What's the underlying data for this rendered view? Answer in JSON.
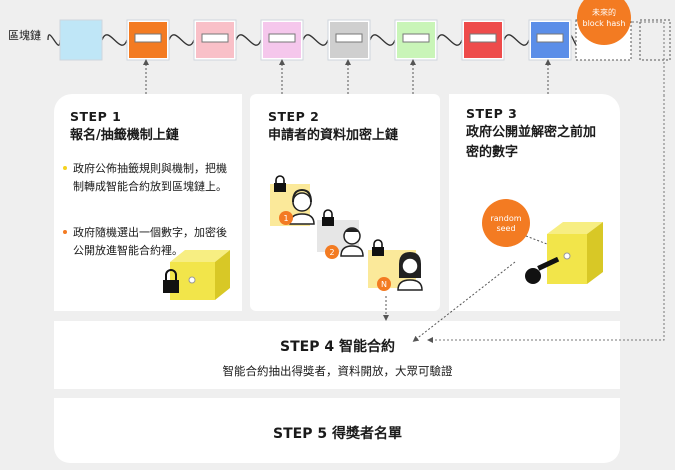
{
  "chain": {
    "label": "區塊鏈",
    "block_colors": [
      "#bfe6f7",
      "#f37b22",
      "#f9c0c8",
      "#f5c7ec",
      "#cfcfcf",
      "#c9f5b8",
      "#ee4b4b",
      "#5b8ee8"
    ],
    "future_block": "未來的block hash"
  },
  "step1": {
    "title": "STEP 1",
    "subtitle": "報名/抽籤機制上鏈",
    "bullets": [
      "政府公佈抽籤規則與機制，把機制轉成智能合約放到區塊鏈上。",
      "政府隨機選出一個數字，加密後公開放進智能合約裡。"
    ]
  },
  "step2": {
    "title": "STEP 2",
    "subtitle": "申請者的資料加密上鏈",
    "badges": [
      "1",
      "2",
      "N"
    ]
  },
  "step3": {
    "title": "STEP 3",
    "subtitle": "政府公開並解密之前加密的數字",
    "seed": "random seed"
  },
  "step4": {
    "title": "STEP 4 智能合約",
    "desc": "智能合約抽出得獎者，資料開放，大眾可驗證"
  },
  "step5": {
    "title": "STEP 5 得獎者名單"
  },
  "colors": {
    "accent_orange": "#f37b22",
    "bullet_yellow": "#f5d21e",
    "chest_yellow": "#f2e54a",
    "note_yellow": "#fbe99a"
  }
}
